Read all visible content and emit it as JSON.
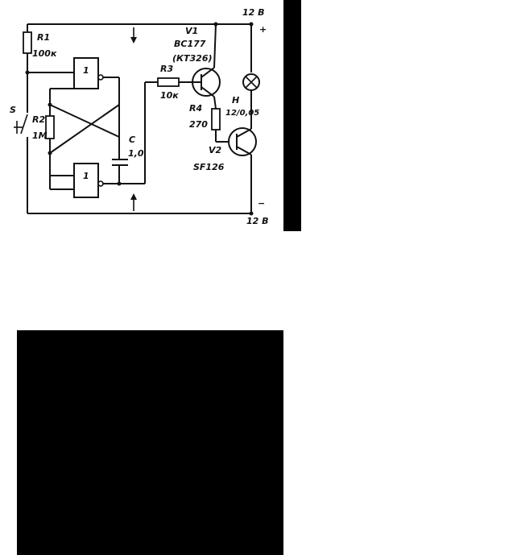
{
  "schematic": {
    "supply": {
      "top_voltage": "12 B",
      "bottom_voltage": "12 B",
      "plus": "+",
      "minus": "−"
    },
    "switch": {
      "ref": "S"
    },
    "resistors": [
      {
        "ref": "R1",
        "value": "100к"
      },
      {
        "ref": "R2",
        "value": "1M"
      },
      {
        "ref": "R3",
        "value": "10к"
      },
      {
        "ref": "R4",
        "value": "270"
      }
    ],
    "gates": [
      {
        "label": "1"
      },
      {
        "label": "1"
      }
    ],
    "capacitor": {
      "ref": "C",
      "value": "1,0"
    },
    "transistors": [
      {
        "ref": "V1",
        "part": "BC177",
        "alt_part": "(КТ326)"
      },
      {
        "ref": "V2",
        "part": "SF126"
      }
    ],
    "lamp": {
      "ref": "H",
      "rating": "12/0,05"
    }
  },
  "colors": {
    "ink": "#111111",
    "background": "#ffffff",
    "blocks": "#000000"
  }
}
